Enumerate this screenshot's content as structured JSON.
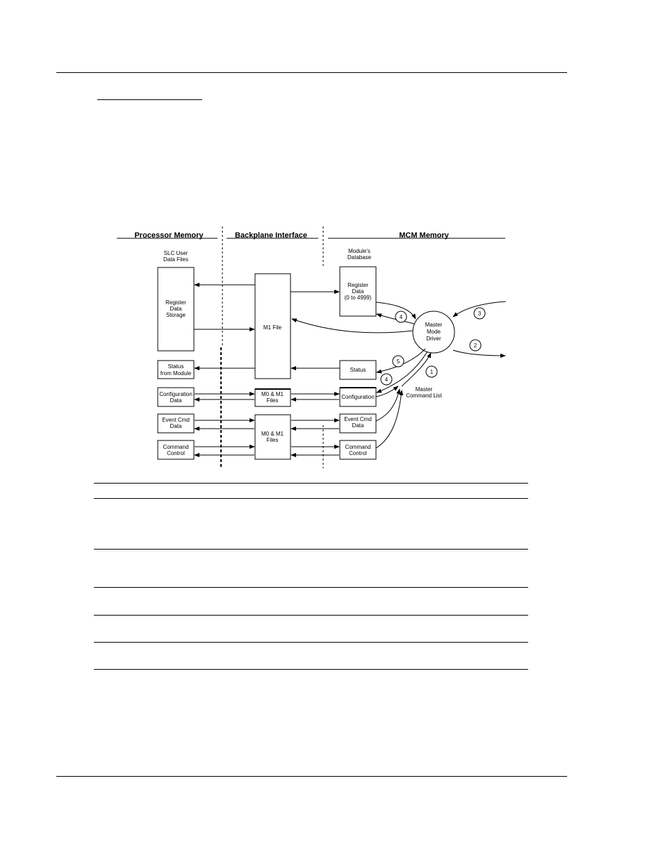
{
  "diagram": {
    "headers": {
      "processor": "Processor Memory",
      "backplane": "Backplane Interface",
      "mcm": "MCM Memory"
    },
    "labels": {
      "slc_user": [
        "SLC User",
        "Data Files"
      ],
      "module_db": [
        "Module's",
        "Database"
      ],
      "master_cmd": [
        "Master",
        "Command List"
      ]
    },
    "boxes": {
      "register_storage": [
        "Register",
        "Data",
        "Storage"
      ],
      "status_from_module": [
        "Status",
        "from Module"
      ],
      "configuration_data": [
        "Configuration",
        "Data"
      ],
      "event_cmd_data": [
        "Event Cmd",
        "Data"
      ],
      "command_control": [
        "Command",
        "Control"
      ],
      "m1_file": [
        "M1 File"
      ],
      "m0m1_a": [
        "M0 & M1",
        "Files"
      ],
      "m0m1_b": [
        "M0 & M1",
        "Files"
      ],
      "register_db": [
        "Register",
        "Data",
        "(0 to 4999)"
      ],
      "status": [
        "Status"
      ],
      "configuration": [
        "Configuration"
      ],
      "event_cmd_db": [
        "Event Cmd",
        "Data"
      ],
      "command_control_db": [
        "Command",
        "Control"
      ],
      "driver": [
        "Master",
        "Mode",
        "Driver"
      ]
    },
    "steps": [
      "1",
      "2",
      "3",
      "4",
      "4",
      "5"
    ]
  }
}
